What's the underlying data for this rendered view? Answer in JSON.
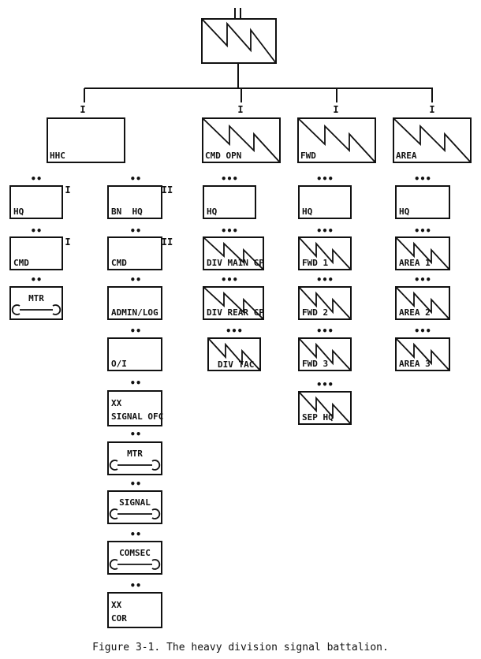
{
  "caption": "Figure 3-1. The heavy division signal battalion.",
  "units": {
    "hhc": "HHC",
    "cmd_opn": "CMD OPN",
    "fwd": "FWD",
    "area": "AREA",
    "hhc_hq": "HQ",
    "hhc_cmd": "CMD",
    "hhc_mtr": "MTR",
    "bn_hq": "BN  HQ",
    "bn_cmd": "CMD",
    "admin_log": "ADMIN/LOG",
    "oi": "O/I",
    "signal_ofc_1": "XX",
    "signal_ofc_2": "SIGNAL OFC",
    "mtr2": "MTR",
    "signal": "SIGNAL",
    "comsec": "COMSEC",
    "cor_1": "XX",
    "cor_2": "COR",
    "cmd_opn_hq": "HQ",
    "div_main_cp": "DIV MAIN CP",
    "div_rear_cp": "DIV REAR CP",
    "div_tac": "DIV TAC",
    "fwd_hq": "HQ",
    "fwd_1": "FWD 1",
    "fwd_2": "FWD 2",
    "fwd_3": "FWD 3",
    "sep_hq": "SEP HQ",
    "area_hq": "HQ",
    "area_1": "AREA 1",
    "area_2": "AREA 2",
    "area_3": "AREA 3"
  },
  "echelons": {
    "section": "••",
    "platoon": "•••",
    "company": "I",
    "battalion": "II"
  }
}
